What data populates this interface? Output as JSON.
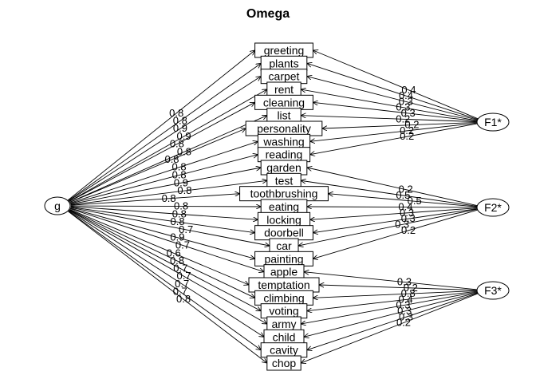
{
  "title": "Omega",
  "general_factor": "g",
  "factors": [
    "F1*",
    "F2*",
    "F3*"
  ],
  "items": [
    {
      "name": "greeting",
      "g": "0.8",
      "factor": 0,
      "s": "0.4"
    },
    {
      "name": "plants",
      "g": "0.8",
      "factor": 0,
      "s": "0.4"
    },
    {
      "name": "carpet",
      "g": "0.9",
      "factor": 0,
      "s": "0.3"
    },
    {
      "name": "rent",
      "g": "0.9",
      "factor": 0,
      "s": "0.3"
    },
    {
      "name": "cleaning",
      "g": "0.8",
      "factor": 0,
      "s": "0.3"
    },
    {
      "name": "list",
      "g": "0.8",
      "factor": 0,
      "s": "0.2"
    },
    {
      "name": "personality",
      "g": "0.8",
      "factor": 0,
      "s": "0.2"
    },
    {
      "name": "washing",
      "g": "0.8",
      "factor": 0,
      "s": "0.2"
    },
    {
      "name": "reading",
      "g": "0.8",
      "factor": 0,
      "s": "0.2"
    },
    {
      "name": "garden",
      "g": "0.9",
      "factor": 1,
      "s": "0.2"
    },
    {
      "name": "test",
      "g": "0.8",
      "factor": 1,
      "s": "0.5"
    },
    {
      "name": "toothbrushing",
      "g": "0.8",
      "factor": 1,
      "s": "0.5"
    },
    {
      "name": "eating",
      "g": "0.8",
      "factor": 1,
      "s": "0.4"
    },
    {
      "name": "locking",
      "g": "0.8",
      "factor": 1,
      "s": "0.3"
    },
    {
      "name": "doorbell",
      "g": "0.8",
      "factor": 1,
      "s": "0.3"
    },
    {
      "name": "car",
      "g": "0.7",
      "factor": 1,
      "s": "0.3"
    },
    {
      "name": "painting",
      "g": "0.9",
      "factor": 1,
      "s": "0.2"
    },
    {
      "name": "apple",
      "g": "0.7",
      "factor": 2,
      "s": "0.3"
    },
    {
      "name": "temptation",
      "g": "0.6",
      "factor": 2,
      "s": "0.2"
    },
    {
      "name": "climbing",
      "g": "0.8",
      "factor": 2,
      "s": "0.8"
    },
    {
      "name": "voting",
      "g": "0.7",
      "factor": 2,
      "s": "0.4"
    },
    {
      "name": "army",
      "g": "0.7",
      "factor": 2,
      "s": "0.3"
    },
    {
      "name": "child",
      "g": "0.7",
      "factor": 2,
      "s": "0.3"
    },
    {
      "name": "cavity",
      "g": "0.7",
      "factor": 2,
      "s": "0.3"
    },
    {
      "name": "chop",
      "g": "0.8",
      "factor": 2,
      "s": "0.2"
    }
  ]
}
